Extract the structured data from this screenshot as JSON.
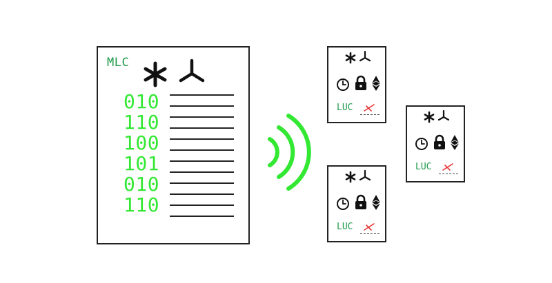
{
  "main_document": {
    "label": "MLC",
    "binary_rows": [
      "010",
      "110",
      "100",
      "101",
      "010",
      "110"
    ]
  },
  "cards": [
    {
      "label": "LUC"
    },
    {
      "label": "LUC"
    },
    {
      "label": "LUC"
    }
  ],
  "icons": {
    "document": [
      "asterisk-icon",
      "propeller-icon"
    ],
    "cards": [
      "asterisk-icon",
      "propeller-icon",
      "clock-icon",
      "lock-icon",
      "ethereum-icon",
      "red-cross-mark-icon"
    ],
    "transmission": "wireless-signal-icon"
  },
  "colors": {
    "binary_text": "#33e833",
    "label_text": "#1f9a4a",
    "signal_waves": "#33e833",
    "cross_mark": "#e53333",
    "outline": "#222222"
  }
}
